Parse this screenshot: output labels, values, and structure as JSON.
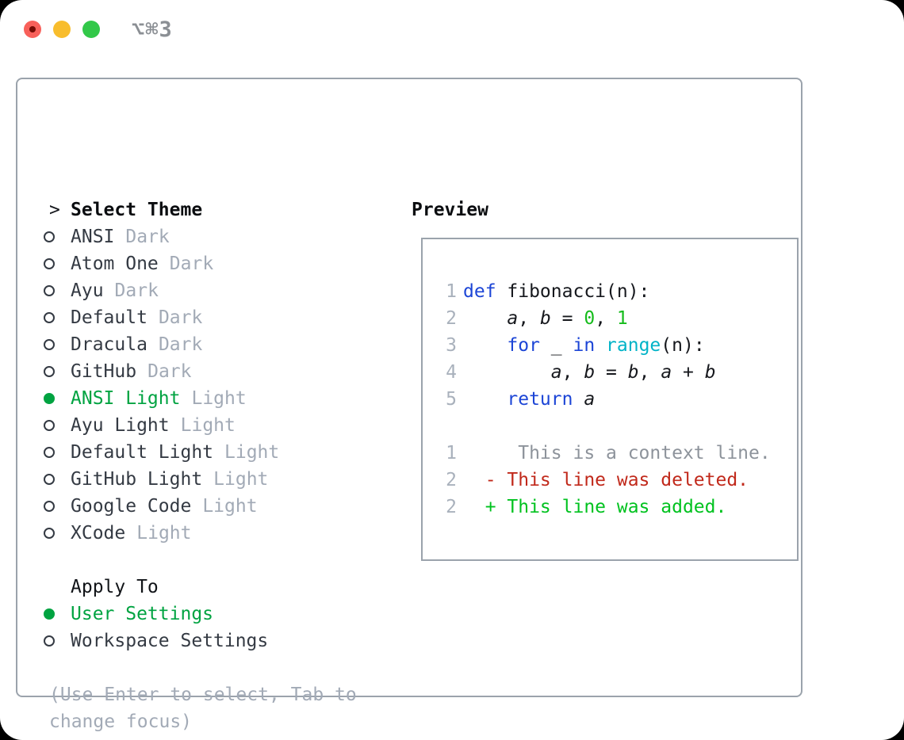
{
  "titlebar": {
    "shortcut": "⌥⌘3"
  },
  "theme_panel": {
    "prompt": ">",
    "title": "Select Theme",
    "themes": [
      {
        "name": "ANSI",
        "tag": "Dark",
        "selected": false
      },
      {
        "name": "Atom One",
        "tag": "Dark",
        "selected": false
      },
      {
        "name": "Ayu",
        "tag": "Dark",
        "selected": false
      },
      {
        "name": "Default",
        "tag": "Dark",
        "selected": false
      },
      {
        "name": "Dracula",
        "tag": "Dark",
        "selected": false
      },
      {
        "name": "GitHub",
        "tag": "Dark",
        "selected": false
      },
      {
        "name": "ANSI Light",
        "tag": "Light",
        "selected": true
      },
      {
        "name": "Ayu Light",
        "tag": "Light",
        "selected": false
      },
      {
        "name": "Default Light",
        "tag": "Light",
        "selected": false
      },
      {
        "name": "GitHub Light",
        "tag": "Light",
        "selected": false
      },
      {
        "name": "Google Code",
        "tag": "Light",
        "selected": false
      },
      {
        "name": "XCode",
        "tag": "Light",
        "selected": false
      }
    ],
    "apply_to": {
      "title": "Apply To",
      "options": [
        {
          "label": "User Settings",
          "selected": true
        },
        {
          "label": "Workspace Settings",
          "selected": false
        }
      ]
    },
    "help": "(Use Enter to select, Tab to change focus)"
  },
  "preview": {
    "title": "Preview",
    "code": [
      {
        "no": "1",
        "tokens": [
          {
            "text": "def ",
            "style": "kw"
          },
          {
            "text": "fibonacci(n):",
            "style": "plain"
          }
        ]
      },
      {
        "no": "2",
        "tokens": [
          {
            "text": "    ",
            "style": "plain"
          },
          {
            "text": "a",
            "style": "var"
          },
          {
            "text": ", ",
            "style": "plain"
          },
          {
            "text": "b",
            "style": "var"
          },
          {
            "text": " = ",
            "style": "plain"
          },
          {
            "text": "0",
            "style": "num"
          },
          {
            "text": ", ",
            "style": "plain"
          },
          {
            "text": "1",
            "style": "num"
          }
        ]
      },
      {
        "no": "3",
        "tokens": [
          {
            "text": "    ",
            "style": "plain"
          },
          {
            "text": "for",
            "style": "kw"
          },
          {
            "text": " _ ",
            "style": "plain"
          },
          {
            "text": "in",
            "style": "kw"
          },
          {
            "text": " ",
            "style": "plain"
          },
          {
            "text": "range",
            "style": "builtin"
          },
          {
            "text": "(n):",
            "style": "plain"
          }
        ]
      },
      {
        "no": "4",
        "tokens": [
          {
            "text": "        ",
            "style": "plain"
          },
          {
            "text": "a",
            "style": "var"
          },
          {
            "text": ", ",
            "style": "plain"
          },
          {
            "text": "b",
            "style": "var"
          },
          {
            "text": " = ",
            "style": "plain"
          },
          {
            "text": "b",
            "style": "var"
          },
          {
            "text": ", ",
            "style": "plain"
          },
          {
            "text": "a",
            "style": "var"
          },
          {
            "text": " + ",
            "style": "plain"
          },
          {
            "text": "b",
            "style": "var"
          }
        ]
      },
      {
        "no": "5",
        "tokens": [
          {
            "text": "    ",
            "style": "plain"
          },
          {
            "text": "return",
            "style": "kw"
          },
          {
            "text": " ",
            "style": "plain"
          },
          {
            "text": "a",
            "style": "var"
          }
        ]
      },
      {
        "no": "",
        "tokens": []
      },
      {
        "no": "1",
        "tokens": [
          {
            "text": "     This is a context line.",
            "style": "context"
          }
        ]
      },
      {
        "no": "2",
        "tokens": [
          {
            "text": "  - This line was deleted.",
            "style": "deleted"
          }
        ]
      },
      {
        "no": "2",
        "tokens": [
          {
            "text": "  + This line was added.",
            "style": "added"
          }
        ]
      }
    ]
  },
  "colors": {
    "selected_green": "#00a341",
    "keyword_blue": "#1c45d6",
    "builtin_cyan": "#00b3c7",
    "number_green": "#16bc1c",
    "diff_deleted_red": "#c1291b",
    "diff_added_green": "#00c21f",
    "context_gray": "#8d939b",
    "muted_gray": "#a2aab6",
    "border_gray": "#9ba3ac",
    "traffic_red": "#f8605a",
    "traffic_yellow": "#f8bd2d",
    "traffic_green": "#32c849"
  }
}
